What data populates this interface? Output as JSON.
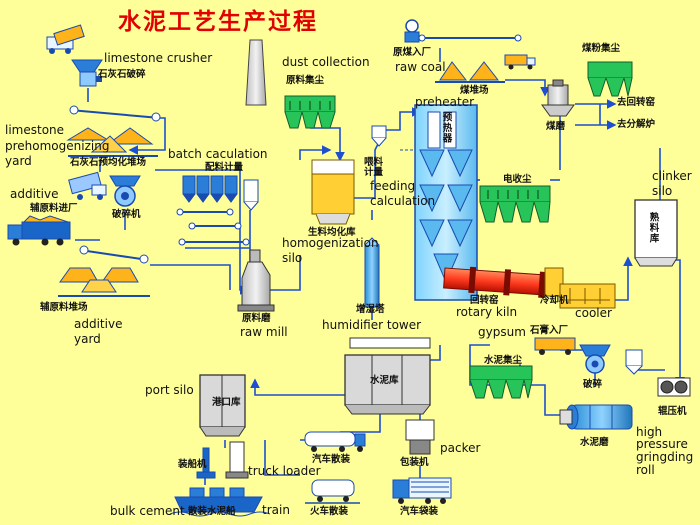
{
  "title": "水泥工艺生产过程",
  "labels": {
    "limestone_crusher": "limestone crusher",
    "limestone_crusher_cn": "石灰石破碎",
    "limestone": "limestone",
    "prehomogenizing": "prehomogenizing",
    "yard": "yard",
    "prehomo_yard_cn": "石灰石预均化堆场",
    "additive": "additive",
    "additive_unload_cn": "辅原料进厂",
    "crusher_cn": "破碎机",
    "additive_yard_cn": "辅原料堆场",
    "batch_calculation": "batch caculation",
    "batch_calculation_cn": "配料计量",
    "raw_mill_cn": "原料磨",
    "raw_mill": "raw mill",
    "dust_collection": "dust collection",
    "raw_dust_cn": "原料集尘",
    "homogenization_silo_cn": "生料均化库",
    "homogenization": "homogenization",
    "silo": "silo",
    "feeding_calc_cn_1": "喂料",
    "feeding_calc_cn_2": "计量",
    "feeding": "feeding",
    "calculation": "calculation",
    "humidifier_cn": "增湿塔",
    "humidifier_tower": "humidifier tower",
    "preheater": "preheater",
    "preheater_cn": "预热器",
    "rotary_kiln_cn": "回转窑",
    "rotary_kiln": "rotary kiln",
    "cooler_cn": "冷却机",
    "cooler": "cooler",
    "electro_dust_cn": "电收尘",
    "raw_coal_cn": "原煤入厂",
    "raw_coal": "raw coal",
    "coal_yard_cn": "煤堆场",
    "coal_dust_cn": "煤粉集尘",
    "coal_mill_cn": "煤磨",
    "to_kiln_cn": "去回转窑",
    "to_calciner_cn": "去分解炉",
    "clinker": "clinker",
    "clinker_silo_cn": "熟料库",
    "gypsum": "gypsum",
    "gypsum_in_cn": "石膏入厂",
    "cement_dust_cn": "水泥集尘",
    "crusher_short_cn": "破碎",
    "roller_press_cn": "辊压机",
    "high": "high",
    "pressure": "pressure",
    "grinding": "gringding",
    "roll": "roll",
    "cement_mill_cn": "水泥磨",
    "cement_silo_cn": "水泥库",
    "port_silo": "port silo",
    "port_silo_cn": "港口库",
    "ship_loader_cn": "装船机",
    "truck_loader": "truck loader",
    "bulk_truck_cn": "汽车散装",
    "packer": "packer",
    "packer_cn": "包装机",
    "bulk_cement": "bulk cement",
    "bulk_ship_cn": "散装水泥船",
    "train": "train",
    "train_cn": "火车散装",
    "truck_bag_cn": "汽车袋装"
  }
}
